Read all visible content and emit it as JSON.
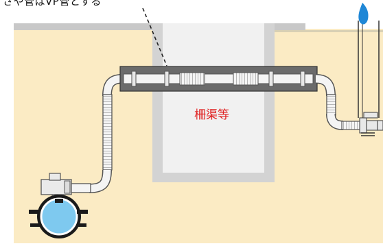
{
  "labels": {
    "sleeve_note": "さや管はVP管とする",
    "channel": "柵渠等"
  },
  "colors": {
    "soil": "#fbebc4",
    "surface_gray": "#c8c8c8",
    "channel_wall": "#d3d3d3",
    "channel_inner": "#f1f1f1",
    "sleeve_dark": "#6b6b6b",
    "pipe_fill": "#f4f4f4",
    "pipe_stroke": "#555555",
    "main_water": "#7ec9ef",
    "float_blue": "#1f87d6",
    "channel_text": "#e02020"
  },
  "icons": {
    "leader": "dashed-leader-line",
    "valve": "water-meter-valve-icon",
    "float": "blue-float-marker-icon",
    "main": "water-main-pipe-icon"
  }
}
